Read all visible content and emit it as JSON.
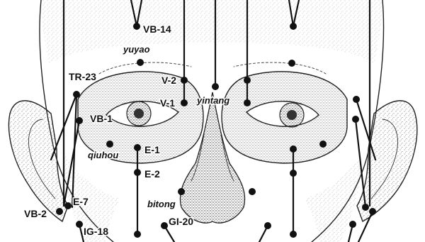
{
  "labels": {
    "vb14": "VB-14",
    "yuyao": "yuyao",
    "tr23": "TR-23",
    "v2": "V-2",
    "v1": "V-1",
    "yintang": "yintang",
    "vb1": "VB-1",
    "qiuhou": "qiuhou",
    "e1": "E-1",
    "e2": "E-2",
    "bitong": "bitong",
    "gi20": "GI-20",
    "e7": "E-7",
    "vb2": "VB-2",
    "ig18": "IG-18"
  }
}
